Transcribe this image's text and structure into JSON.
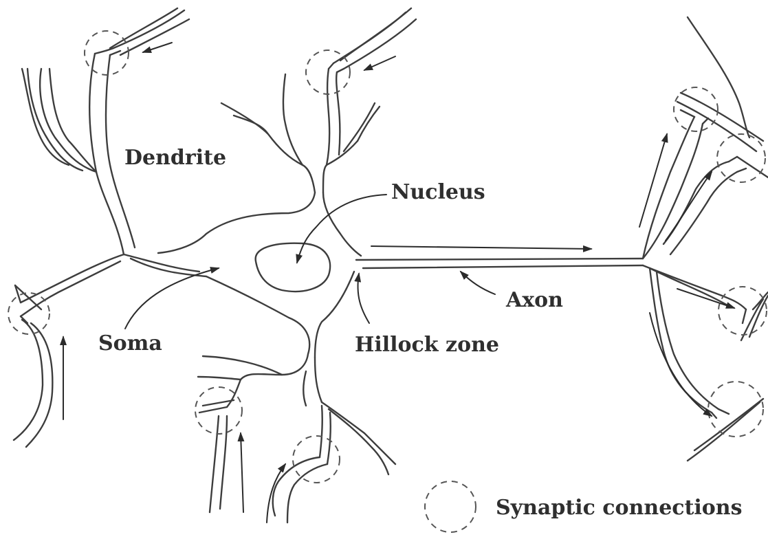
{
  "labels": {
    "dendrite": "Dendrite",
    "nucleus": "Nucleus",
    "soma": "Soma",
    "axon": "Axon",
    "hillock": "Hillock zone",
    "synaptic": "Synaptic connections"
  },
  "colors": {
    "line": "#3d3d3d",
    "text": "#2f2f2f",
    "background": "#ffffff"
  },
  "icons": {
    "synapse_legend": "dashed-circle-icon",
    "signal_direction": "arrow-icon"
  }
}
